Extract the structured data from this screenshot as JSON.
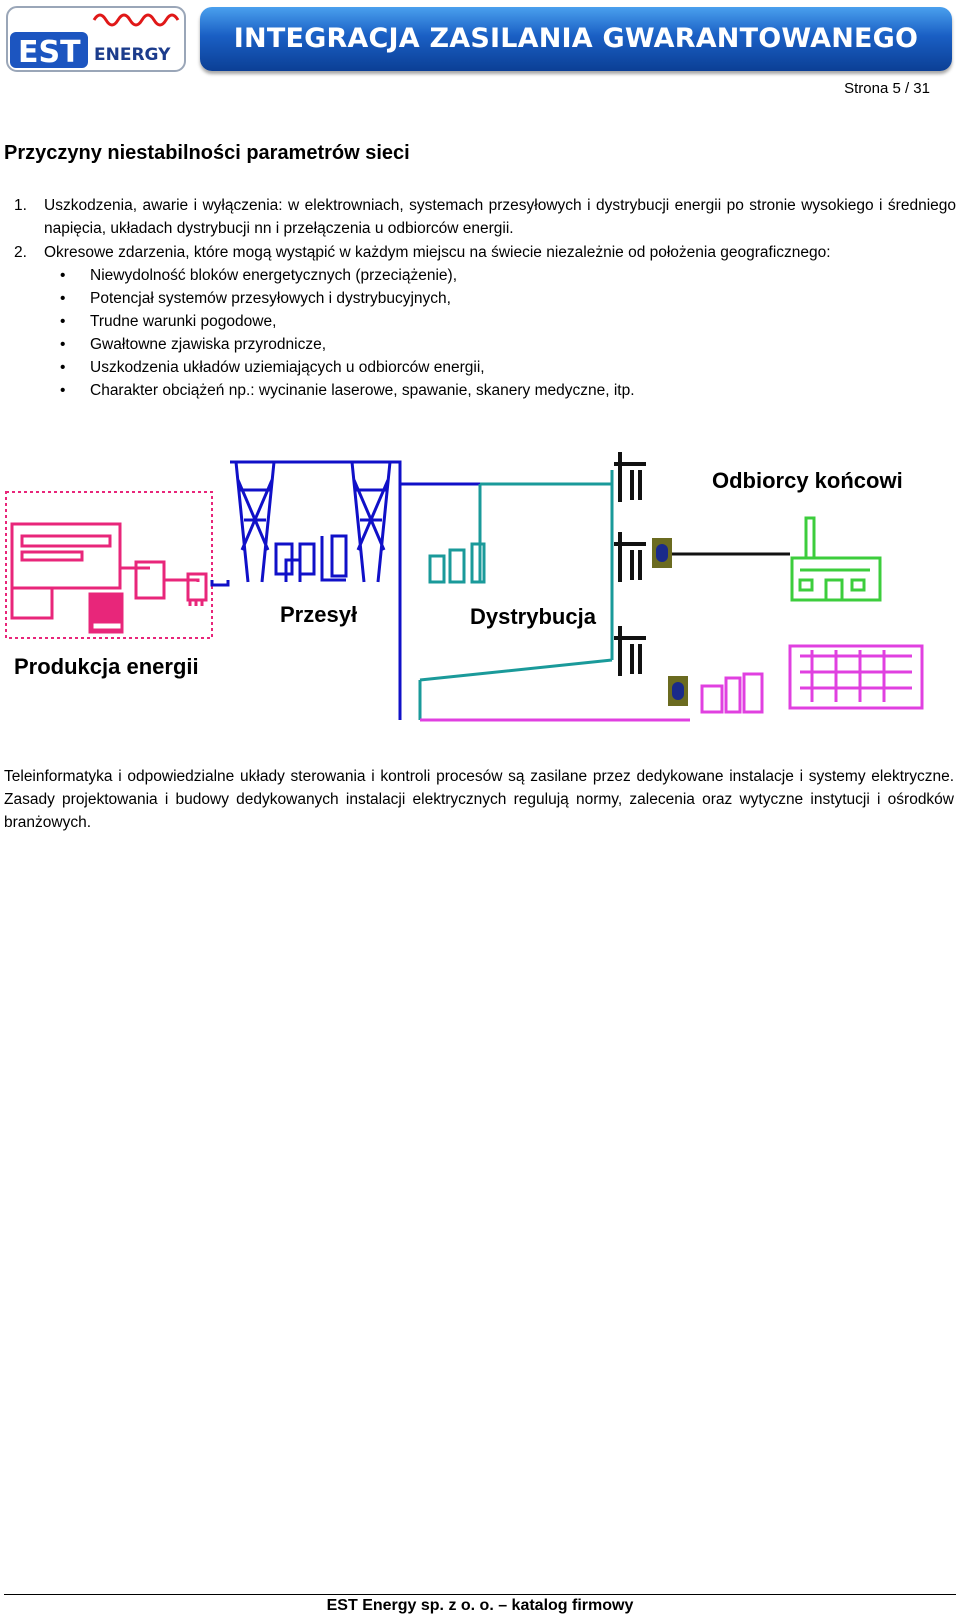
{
  "header": {
    "logo_text_main": "EST",
    "logo_text_sub": "ENERGY",
    "title": "INTEGRACJA ZASILANIA GWARANTOWANEGO"
  },
  "page_number": "Strona 5 / 31",
  "section_title": "Przyczyny niestabilności parametrów sieci",
  "items": [
    {
      "number": "1.",
      "text": "Uszkodzenia, awarie i wyłączenia: w elektrowniach, systemach przesyłowych i dystrybucji energii po stronie wysokiego i średniego napięcia, układach dystrybucji nn i przełączenia u odbiorców energii."
    },
    {
      "number": "2.",
      "text": "Okresowe zdarzenia, które mogą wystąpić w każdym miejscu na świecie niezależnie od położenia geograficznego:"
    }
  ],
  "bullets": [
    "Niewydolność bloków energetycznych (przeciążenie),",
    "Potencjał systemów przesyłowych i dystrybucyjnych,",
    "Trudne warunki pogodowe,",
    "Gwałtowne zjawiska przyrodnicze,",
    "Uszkodzenia układów uziemiających u odbiorców energii,",
    "Charakter obciążeń np.: wycinanie laserowe, spawanie, skanery medyczne, itp."
  ],
  "diagram": {
    "labels": {
      "consumers": "Odbiorcy końcowi",
      "transmission": "Przesył",
      "distribution": "Dystrybucja",
      "production": "Produkcja energii"
    },
    "colors": {
      "production": "#e8267a",
      "transmission": "#1010c8",
      "distribution": "#1a9a9a",
      "consumer_green": "#3ccd3c",
      "consumer_magenta": "#e040e0",
      "pole": "#111111",
      "meter": "#6b6b20"
    }
  },
  "closing_text": "Teleinformatyka i odpowiedzialne układy sterowania i kontroli procesów są zasilane przez dedykowane instalacje i systemy elektryczne. Zasady projektowania i budowy dedykowanych instalacji elektrycznych regulują normy, zalecenia oraz wytyczne instytucji i ośrodków branżowych.",
  "footer": "EST Energy sp. z o. o. – katalog firmowy"
}
